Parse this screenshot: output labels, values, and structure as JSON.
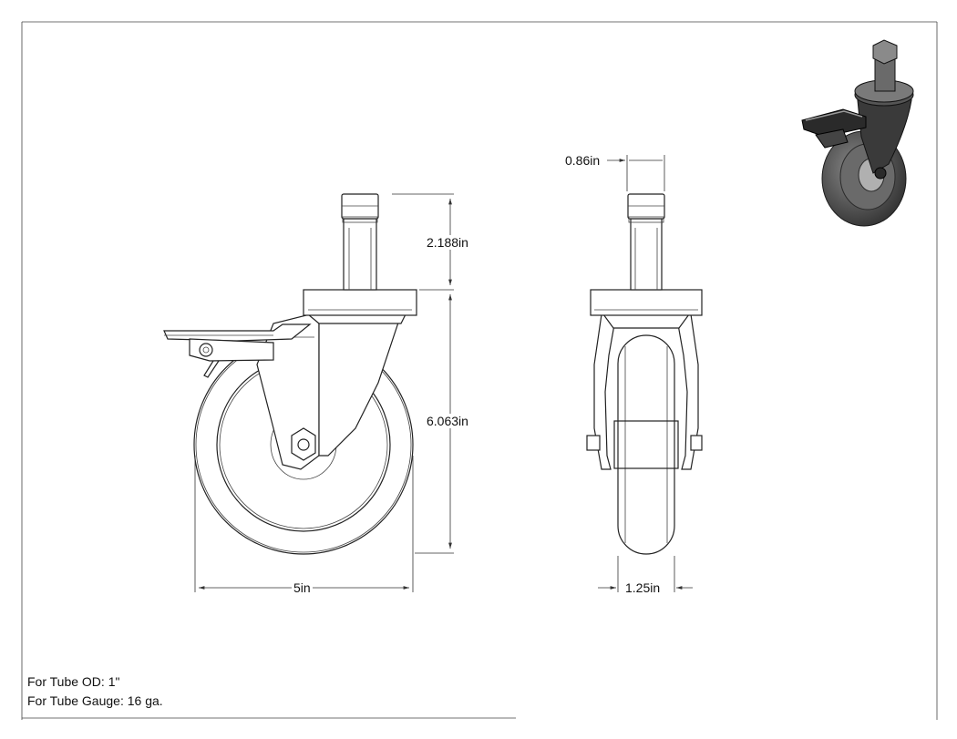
{
  "dimensions": {
    "stem_height": "2.188in",
    "overall_height": "6.063in",
    "wheel_diameter": "5in",
    "stem_width": "0.86in",
    "wheel_width": "1.25in"
  },
  "notes": {
    "tube_od": "For Tube OD: 1\"",
    "tube_gauge": "For Tube Gauge: 16 ga."
  },
  "colors": {
    "line": "#222222",
    "render_dark": "#2a2a2a",
    "render_mid": "#5a5a5a",
    "render_light": "#9a9a9a"
  }
}
